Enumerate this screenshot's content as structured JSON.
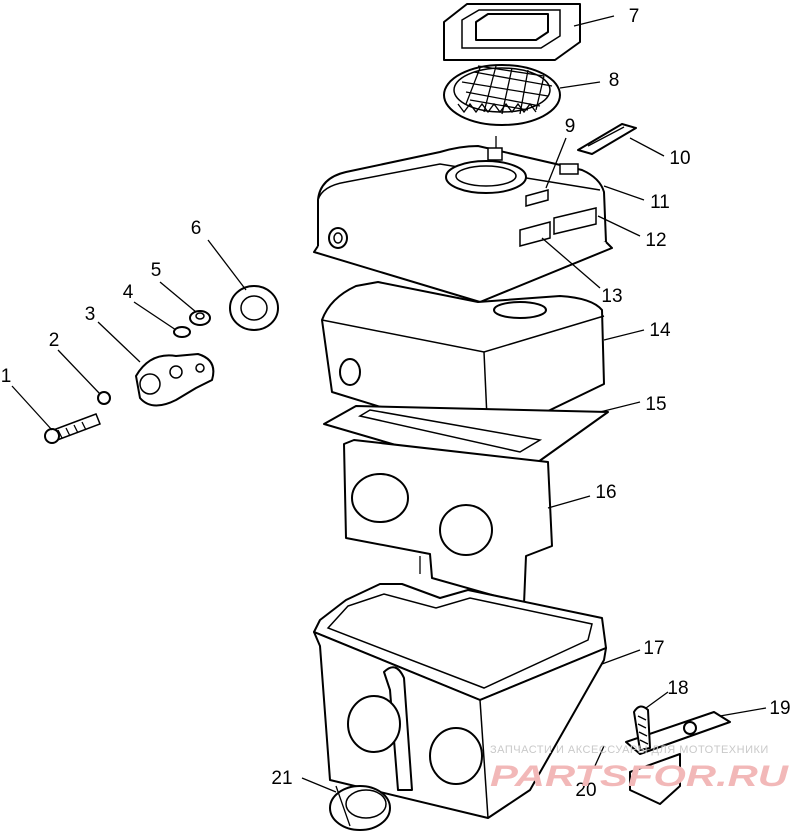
{
  "diagram": {
    "callouts": [
      "1",
      "2",
      "3",
      "4",
      "5",
      "6",
      "7",
      "8",
      "9",
      "10",
      "11",
      "12",
      "13",
      "14",
      "15",
      "16",
      "17",
      "18",
      "19",
      "20",
      "21"
    ]
  },
  "watermark": {
    "top_text": "ЗАПЧАСТИ И АКСЕССУАРЫ ДЛЯ МОТОТЕХНИКИ",
    "brand_text": "PARTSFOR.RU"
  },
  "colors": {
    "line": "#000000",
    "background": "#ffffff",
    "watermark_brand": "#f2b8b8",
    "watermark_top": "#c9c9c9"
  }
}
